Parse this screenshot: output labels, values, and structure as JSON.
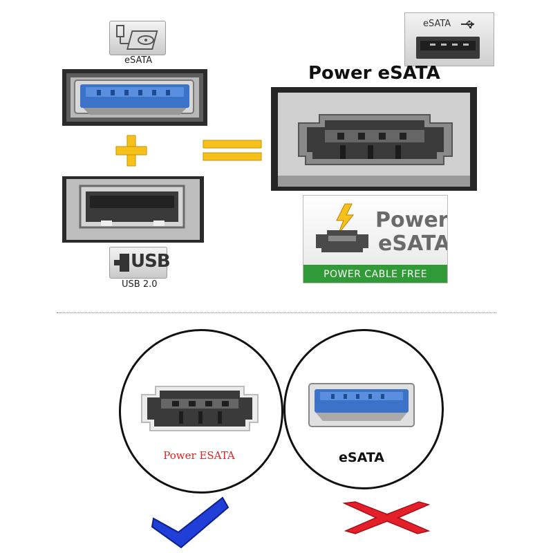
{
  "top": {
    "esata_icon_caption": "eSATA",
    "usb_icon_badge": "USB",
    "usb_icon_caption": "USB 2.0",
    "corner_port_label": "eSATA",
    "title": "Power eSATA",
    "badge": {
      "line1": "Power",
      "line2": "eSATA",
      "footer": "POWER CABLE FREE"
    }
  },
  "bottom": {
    "left_label": "Power ESATA",
    "right_label": "eSATA"
  },
  "colors": {
    "accent_yellow": "#f6c11a",
    "usb3_blue": "#3c73c9",
    "badge_green": "#2f9a36",
    "check_blue": "#1f3fd8",
    "cross_red": "#e3202a",
    "left_label_red": "#e02020"
  }
}
